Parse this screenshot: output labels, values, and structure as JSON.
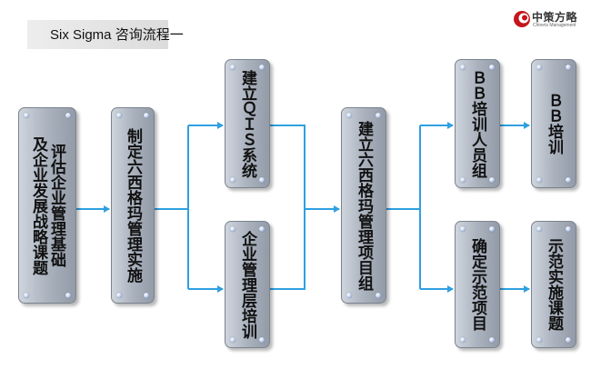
{
  "header": {
    "title": "Six Sigma 咨询流程一"
  },
  "logo": {
    "name_cn": "中策方略",
    "name_en": "Chinets Management"
  },
  "colors": {
    "connector": "#2fa0e0",
    "box_light": "#cfd5dd",
    "box_dark": "#939ba8",
    "logo_red": "#c4161c"
  },
  "nodes": [
    {
      "id": "n1",
      "lines": [
        "评估企业管理基础",
        "及企业发展战略课题"
      ]
    },
    {
      "id": "n2",
      "lines": [
        "制定六西格玛管理实施"
      ]
    },
    {
      "id": "n3",
      "lines": [
        "建立ＱＩＳ系统"
      ]
    },
    {
      "id": "n4",
      "lines": [
        "企业管理层培训"
      ]
    },
    {
      "id": "n5",
      "lines": [
        "建立六西格玛管理项目组"
      ]
    },
    {
      "id": "n6",
      "lines": [
        "ＢＢ培训人员组"
      ]
    },
    {
      "id": "n7",
      "lines": [
        "确定示范项目"
      ]
    },
    {
      "id": "n8",
      "lines": [
        "ＢＢ培训"
      ]
    },
    {
      "id": "n9",
      "lines": [
        "示范实施课题"
      ]
    }
  ],
  "edges": [
    [
      "n1",
      "n2"
    ],
    [
      "n2",
      "n3"
    ],
    [
      "n2",
      "n4"
    ],
    [
      "n3",
      "n5"
    ],
    [
      "n4",
      "n5"
    ],
    [
      "n5",
      "n6"
    ],
    [
      "n5",
      "n7"
    ],
    [
      "n6",
      "n8"
    ],
    [
      "n7",
      "n9"
    ]
  ]
}
